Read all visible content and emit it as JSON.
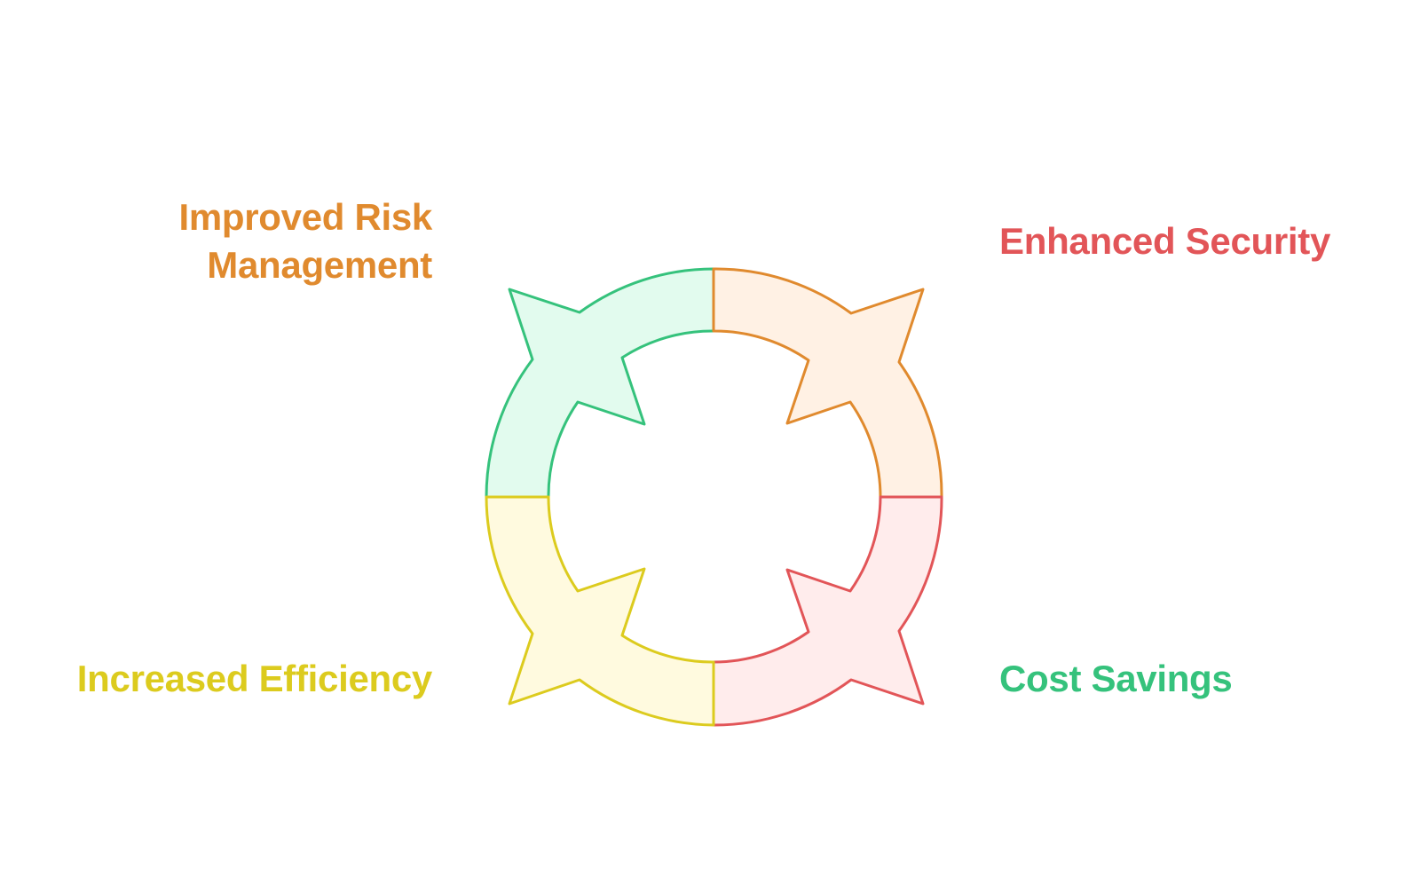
{
  "labels": {
    "top_left": {
      "line1": "Improved Risk",
      "line2": "Management",
      "color": "#E08A2E"
    },
    "top_right": {
      "text": "Enhanced Security",
      "color": "#E25558"
    },
    "bottom_left": {
      "text": "Increased Efficiency",
      "color": "#DCCB1E"
    },
    "bottom_right": {
      "text": "Cost Savings",
      "color": "#35C27C"
    }
  },
  "segments": {
    "top_left": {
      "stroke": "#35C27C",
      "fill": "#E2FBEE"
    },
    "top_right": {
      "stroke": "#E08A2E",
      "fill": "#FFF1E4"
    },
    "bottom_right": {
      "stroke": "#E25558",
      "fill": "#FFECEC"
    },
    "bottom_left": {
      "stroke": "#DCCB1E",
      "fill": "#FFFADF"
    }
  }
}
